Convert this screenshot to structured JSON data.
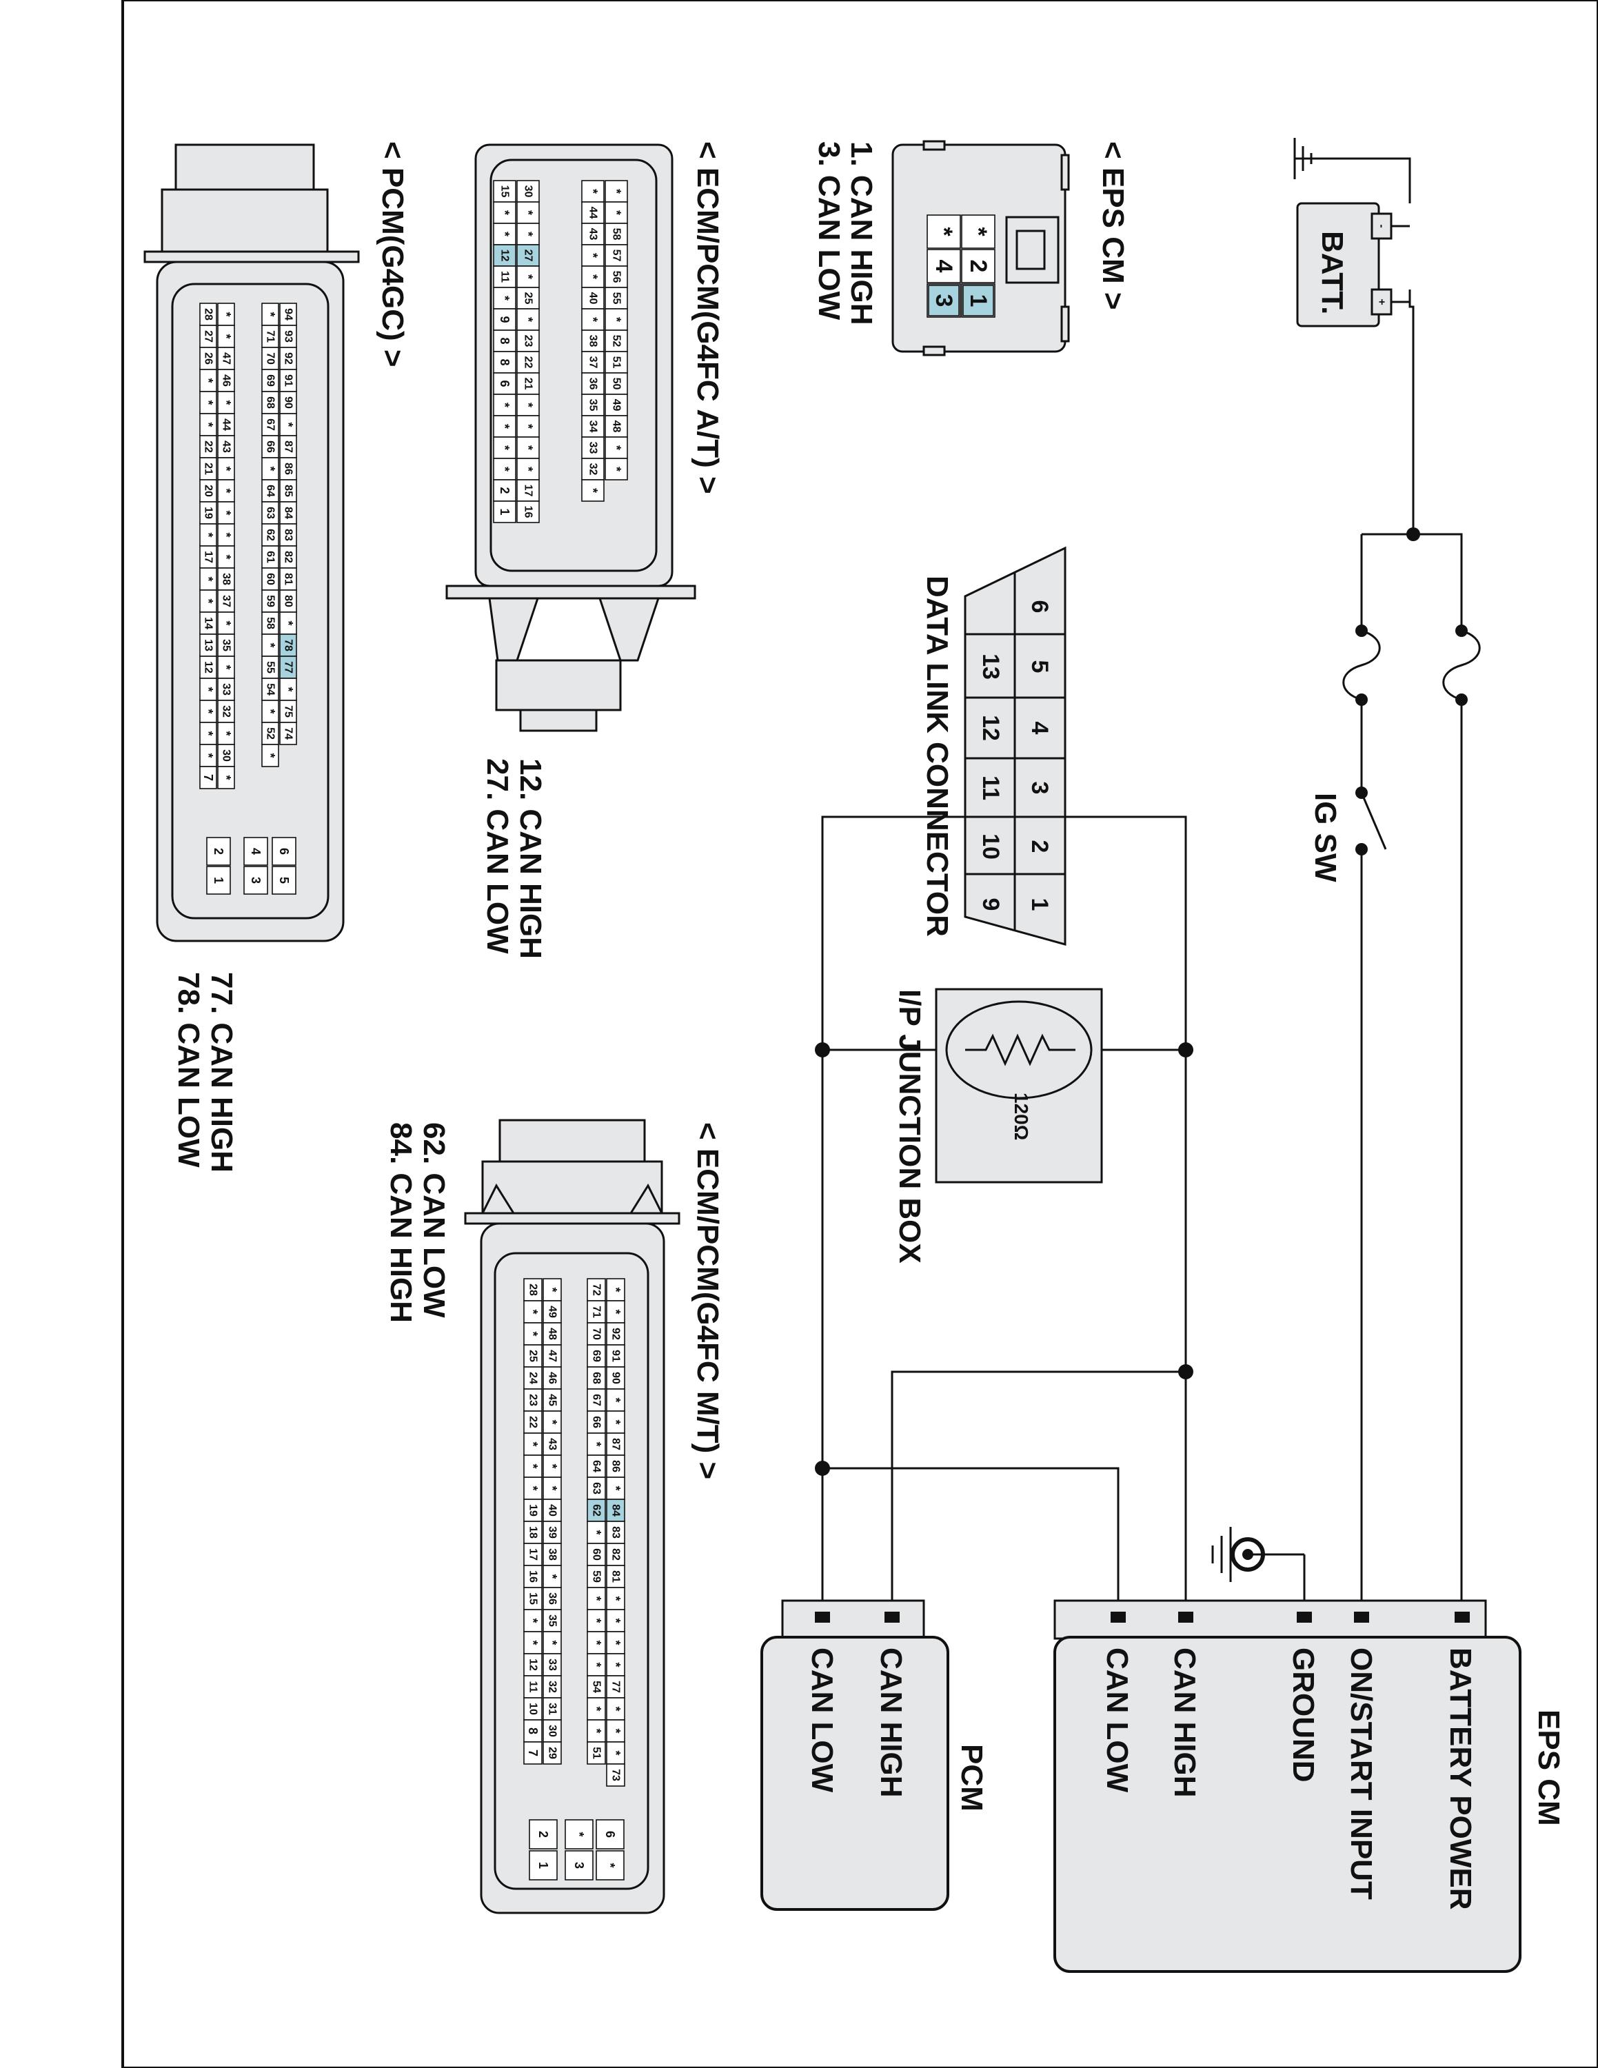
{
  "battery": {
    "label": "BATT.",
    "minus": "-",
    "plus": "+"
  },
  "ig_switch": {
    "label": "IG SW"
  },
  "eps_cm": {
    "title": "EPS CM",
    "pins": [
      "BATTERY POWER",
      "ON/START INPUT",
      "GROUND",
      "CAN HIGH",
      "CAN LOW"
    ]
  },
  "pcm": {
    "title": "PCM",
    "pins": [
      "CAN HIGH",
      "CAN LOW"
    ]
  },
  "junction_box": {
    "label": "I/P JUNCTION BOX",
    "resistor": "120Ω"
  },
  "data_link_connector": {
    "label": "DATA LINK CONNECTOR",
    "row1": [
      "1",
      "2",
      "3",
      "4",
      "5",
      "6"
    ],
    "row2": [
      "9",
      "10",
      "11",
      "12",
      "13"
    ]
  },
  "eps_cm_connector": {
    "title": "< EPS CM >",
    "pins": [
      "1",
      "2",
      "3",
      "4",
      "*",
      "*"
    ],
    "legend": [
      "1. CAN HIGH",
      "3. CAN LOW"
    ]
  },
  "ecm_at": {
    "title": "< ECM/PCM(G4FC A/T) >",
    "legend": [
      "12. CAN HIGH",
      "27. CAN LOW"
    ],
    "rows": [
      [
        "*",
        "*",
        "58",
        "57",
        "56",
        "55",
        "*",
        "52",
        "51",
        "50",
        "49",
        "48",
        "*",
        "*"
      ],
      [
        "*",
        "44",
        "43",
        "*",
        "*",
        "40",
        "*",
        "38",
        "37",
        "36",
        "35",
        "34",
        "33",
        "32",
        "*"
      ],
      [
        "30",
        "*",
        "*",
        "27",
        "*",
        "25",
        "*",
        "23",
        "22",
        "21",
        "*",
        "*",
        "*",
        "*",
        "17",
        "16"
      ],
      [
        "15",
        "*",
        "*",
        "12",
        "11",
        "*",
        "9",
        "8",
        "8",
        "6",
        "*",
        "*",
        "*",
        "*",
        "2",
        "1"
      ]
    ]
  },
  "pcm_g4gc": {
    "title": "< PCM(G4GC) >",
    "legend": [
      "77. CAN HIGH",
      "78. CAN LOW"
    ],
    "rows": [
      [
        "94",
        "93",
        "92",
        "91",
        "90",
        "*",
        "87",
        "86",
        "85",
        "84",
        "83",
        "82",
        "81",
        "80",
        "*",
        "78",
        "77",
        "*",
        "75",
        "74"
      ],
      [
        "*",
        "71",
        "70",
        "69",
        "68",
        "67",
        "66",
        "*",
        "64",
        "63",
        "62",
        "61",
        "60",
        "59",
        "58",
        "*",
        "55",
        "54",
        "*",
        "52",
        "*"
      ],
      [
        "*",
        "*",
        "47",
        "46",
        "*",
        "44",
        "43",
        "*",
        "*",
        "*",
        "*",
        "*",
        "38",
        "37",
        "*",
        "35",
        "*",
        "33",
        "32",
        "*",
        "30",
        "*"
      ],
      [
        "28",
        "27",
        "26",
        "*",
        "*",
        "*",
        "22",
        "21",
        "20",
        "19",
        "*",
        "17",
        "*",
        "*",
        "14",
        "13",
        "12",
        "*",
        "*",
        "*",
        "*",
        "7"
      ]
    ],
    "small": [
      "6",
      "5",
      "4",
      "3",
      "2",
      "1"
    ]
  },
  "ecm_mt": {
    "title": "< ECM/PCM(G4FC M/T) >",
    "legend": [
      "62. CAN LOW",
      "84. CAN HIGH"
    ],
    "rows": [
      [
        "*",
        "*",
        "92",
        "91",
        "90",
        "*",
        "*",
        "87",
        "86",
        "*",
        "84",
        "83",
        "82",
        "81",
        "*",
        "*",
        "*",
        "*",
        "77",
        "*",
        "*",
        "*",
        "73"
      ],
      [
        "72",
        "71",
        "70",
        "69",
        "68",
        "67",
        "66",
        "*",
        "64",
        "63",
        "62",
        "*",
        "60",
        "59",
        "*",
        "*",
        "*",
        "*",
        "54",
        "*",
        "*",
        "51"
      ],
      [
        "*",
        "49",
        "48",
        "47",
        "46",
        "45",
        "*",
        "43",
        "*",
        "*",
        "40",
        "39",
        "38",
        "*",
        "36",
        "35",
        "*",
        "33",
        "32",
        "31",
        "30",
        "29"
      ],
      [
        "28",
        "*",
        "*",
        "25",
        "24",
        "23",
        "22",
        "*",
        "*",
        "*",
        "19",
        "18",
        "17",
        "16",
        "15",
        "*",
        "*",
        "12",
        "11",
        "10",
        "8",
        "7"
      ]
    ],
    "small": [
      "6",
      "*",
      "*",
      "3",
      "2",
      "1"
    ]
  },
  "colors": {
    "body": "#e6e7e9",
    "highlight": "#a7d3de",
    "line": "#111111"
  }
}
